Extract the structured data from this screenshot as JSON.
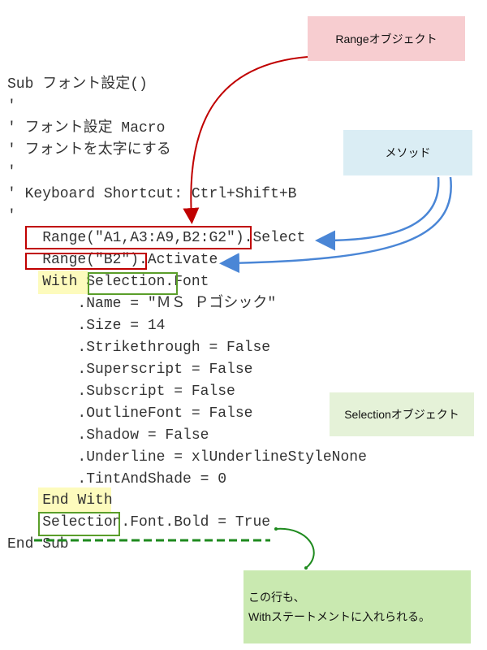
{
  "code": [
    "Sub フォント設定()",
    "'",
    "' フォント設定 Macro",
    "' フォントを太字にする",
    "'",
    "' Keyboard Shortcut: Ctrl+Shift+B",
    "'",
    "    Range(\"A1,A3:A9,B2:G2\").Select",
    "    Range(\"B2\").Activate",
    "    With Selection.Font",
    "        .Name = \"ＭＳ Ｐゴシック\"",
    "        .Size = 14",
    "        .Strikethrough = False",
    "        .Superscript = False",
    "        .Subscript = False",
    "        .OutlineFont = False",
    "        .Shadow = False",
    "        .Underline = xlUnderlineStyleNone",
    "        .TintAndShade = 0",
    "    End With",
    "    Selection.Font.Bold = True",
    "End Sub"
  ],
  "callouts": {
    "range_object": "Rangeオブジェクト",
    "method": "メソッド",
    "selection_object": "Selectionオブジェクト",
    "note_line1": "この行も、",
    "note_line2": "Withステートメントに入れられる。"
  },
  "colors": {
    "red": "#c00000",
    "blue": "#4a86d6",
    "green": "#2e8b1e",
    "yellow": "#fdfbbd"
  }
}
